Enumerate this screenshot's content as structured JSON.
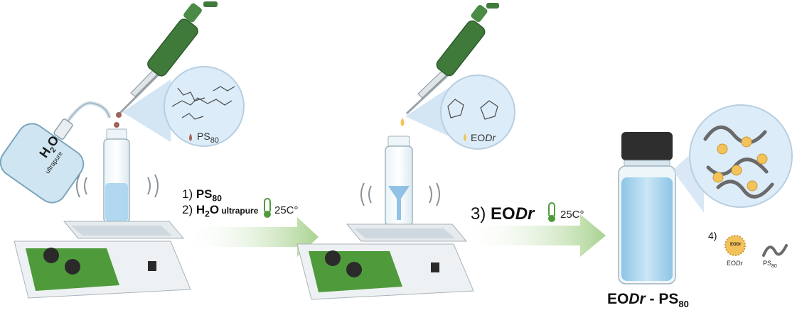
{
  "bottle": {
    "formula_main": "H",
    "formula_sub": "2",
    "formula_end": "O",
    "caption": "ultrapure"
  },
  "zoom1": {
    "label_main": "PS",
    "label_sub": "80"
  },
  "zoom2": {
    "label_prefix": "EO",
    "label_italic": "Dr"
  },
  "step_a": {
    "line1_num": "1) ",
    "line1_main": "PS",
    "line1_sub": "80",
    "line2_num": "2) ",
    "line2_h": "H",
    "line2_sub2": "2",
    "line2_o": "O",
    "line2_qual": " ultrapure",
    "temperature": "25C°"
  },
  "step_b": {
    "prefix": "3) ",
    "main": "EO",
    "italic": "Dr",
    "temperature": "25C°"
  },
  "product": {
    "prefix": "EO",
    "italic": "Dr",
    "rest": " - PS",
    "sub": "80"
  },
  "legend": {
    "number": "4)",
    "micelle_mark": "EODr",
    "micelle_prefix": "EO",
    "micelle_italic": "Dr",
    "polymer_main": "PS",
    "polymer_sub": "80"
  },
  "colors": {
    "pipette_green": "#3f7a3a",
    "arrow_green": "#b9dba5",
    "hotplate_green": "#4f9b3c",
    "liquid_blue": "#a9d4ee",
    "ps80_drop": "#a0655a",
    "eo_drop": "#f3c25a",
    "zoom_fill": "#dcecf8"
  }
}
